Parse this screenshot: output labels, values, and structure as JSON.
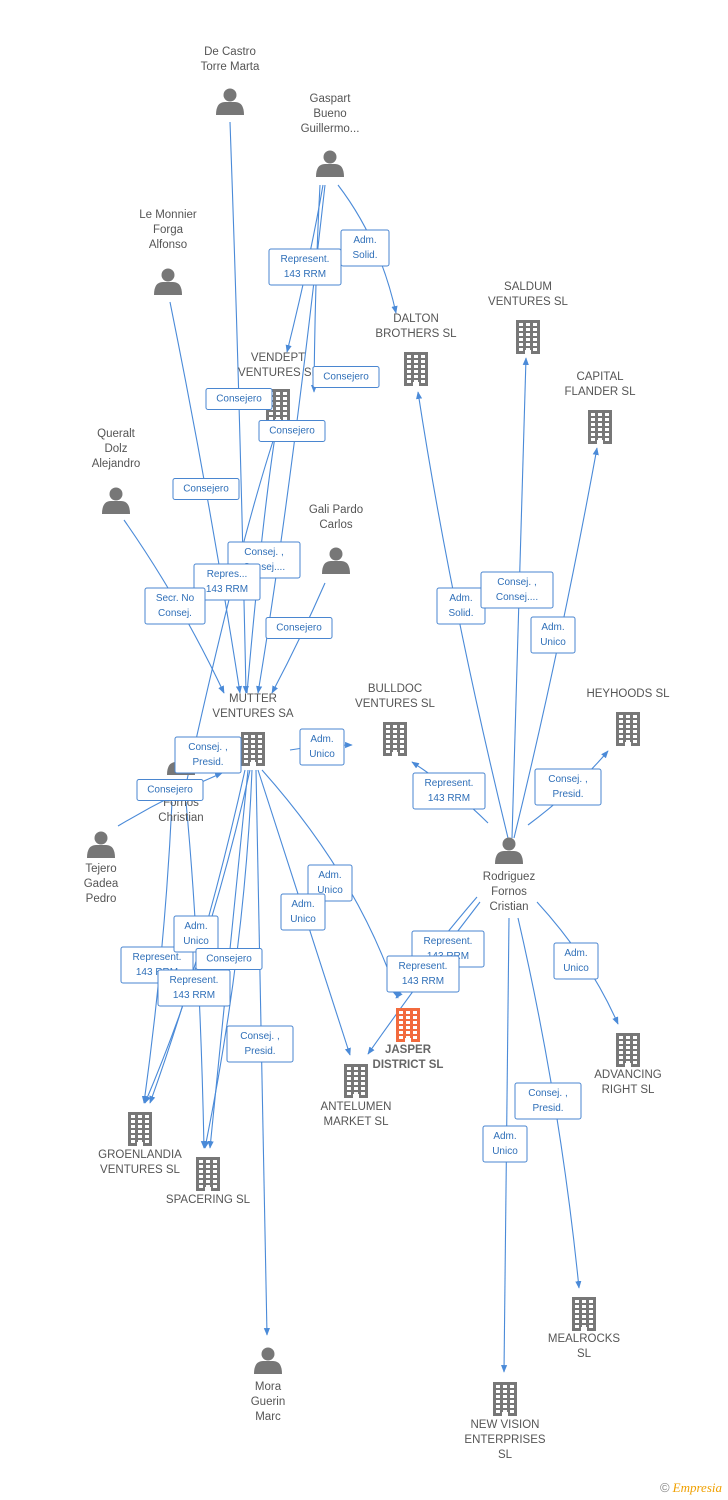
{
  "colors": {
    "edge": "#4a8ad8",
    "node": "#777777",
    "highlight": "#f26a3d",
    "label_text": "#2f6fb8"
  },
  "nodes": [
    {
      "id": "decastro",
      "type": "person",
      "lines": [
        "De Castro",
        "Torre Marta"
      ]
    },
    {
      "id": "gaspart",
      "type": "person",
      "lines": [
        "Gaspart",
        "Bueno",
        "Guillermo..."
      ]
    },
    {
      "id": "lemonnier",
      "type": "person",
      "lines": [
        "Le Monnier",
        "Forga",
        "Alfonso"
      ]
    },
    {
      "id": "queralt",
      "type": "person",
      "lines": [
        "Queralt",
        "Dolz",
        "Alejandro"
      ]
    },
    {
      "id": "galipardo",
      "type": "person",
      "lines": [
        "Gali Pardo",
        "Carlos"
      ]
    },
    {
      "id": "tejero",
      "type": "person",
      "lines": [
        "Tejero",
        "Gadea",
        "Pedro"
      ]
    },
    {
      "id": "rodriguez_left",
      "type": "person",
      "lines": [
        "...z",
        "Fornos",
        "Christian"
      ]
    },
    {
      "id": "rodriguez",
      "type": "person",
      "lines": [
        "Rodriguez",
        "Fornos",
        "Cristian"
      ]
    },
    {
      "id": "mora",
      "type": "person",
      "lines": [
        "Mora",
        "Guerin",
        "Marc"
      ]
    },
    {
      "id": "vendept",
      "type": "company",
      "lines": [
        "VENDEPT",
        "VENTURES SL"
      ]
    },
    {
      "id": "dalton",
      "type": "company",
      "lines": [
        "DALTON",
        "BROTHERS SL"
      ]
    },
    {
      "id": "saldum",
      "type": "company",
      "lines": [
        "SALDUM",
        "VENTURES SL"
      ]
    },
    {
      "id": "capital",
      "type": "company",
      "lines": [
        "CAPITAL",
        "FLANDER SL"
      ]
    },
    {
      "id": "mutter",
      "type": "company",
      "lines": [
        "MUTTER",
        "VENTURES SA"
      ]
    },
    {
      "id": "bulldoc",
      "type": "company",
      "lines": [
        "BULLDOC",
        "VENTURES SL"
      ]
    },
    {
      "id": "heyhoods",
      "type": "company",
      "lines": [
        "HEYHOODS SL"
      ]
    },
    {
      "id": "jasper",
      "type": "company",
      "highlight": true,
      "lines": [
        "JASPER",
        "DISTRICT SL"
      ]
    },
    {
      "id": "antelumen",
      "type": "company",
      "lines": [
        "ANTELUMEN",
        "MARKET SL"
      ]
    },
    {
      "id": "advancing",
      "type": "company",
      "lines": [
        "ADVANCING",
        "RIGHT SL"
      ]
    },
    {
      "id": "groenlandia",
      "type": "company",
      "lines": [
        "GROENLANDIA",
        "VENTURES SL"
      ]
    },
    {
      "id": "spacering",
      "type": "company",
      "lines": [
        "SPACERING SL"
      ]
    },
    {
      "id": "mealrocks",
      "type": "company",
      "lines": [
        "MEALROCKS",
        "SL"
      ]
    },
    {
      "id": "newvision",
      "type": "company",
      "lines": [
        "NEW VISION",
        "ENTERPRISES",
        "SL"
      ]
    }
  ],
  "edge_labels": [
    {
      "lines": [
        "Represent.",
        "143 RRM"
      ]
    },
    {
      "lines": [
        "Adm.",
        "Solid."
      ]
    },
    {
      "lines": [
        "Consejero"
      ]
    },
    {
      "lines": [
        "Consejero"
      ]
    },
    {
      "lines": [
        "Consejero"
      ]
    },
    {
      "lines": [
        "Consejero"
      ]
    },
    {
      "lines": [
        "Consej. ,",
        "Consej...."
      ]
    },
    {
      "lines": [
        "Repres...",
        "143 RRM"
      ]
    },
    {
      "lines": [
        "Secr. No",
        "Consej."
      ]
    },
    {
      "lines": [
        "Consejero"
      ]
    },
    {
      "lines": [
        "Adm.",
        "Unico"
      ]
    },
    {
      "lines": [
        "Consej. ,",
        "Presid."
      ]
    },
    {
      "lines": [
        "Consejero"
      ]
    },
    {
      "lines": [
        "Adm.",
        "Solid."
      ]
    },
    {
      "lines": [
        "Consej. ,",
        "Consej...."
      ]
    },
    {
      "lines": [
        "Adm.",
        "Unico"
      ]
    },
    {
      "lines": [
        "Represent.",
        "143 RRM"
      ]
    },
    {
      "lines": [
        "Consej. ,",
        "Presid."
      ]
    },
    {
      "lines": [
        "Adm.",
        "Unico"
      ]
    },
    {
      "lines": [
        "Adm.",
        "Unico"
      ]
    },
    {
      "lines": [
        "Represent.",
        "143 RRM"
      ]
    },
    {
      "lines": [
        "Represent.",
        "143 RRM"
      ]
    },
    {
      "lines": [
        "Adm.",
        "Unico"
      ]
    },
    {
      "lines": [
        "Consej. ,",
        "Presid."
      ]
    },
    {
      "lines": [
        "Represent.",
        "143 RRM"
      ]
    },
    {
      "lines": [
        "Adm.",
        "Unico"
      ]
    },
    {
      "lines": [
        "Represent.",
        "143 RRM"
      ]
    },
    {
      "lines": [
        "Consejero"
      ]
    },
    {
      "lines": [
        "Consej. ,",
        "Presid."
      ]
    },
    {
      "lines": [
        "Adm.",
        "Unico"
      ]
    }
  ],
  "footer": {
    "copyright": "©",
    "brand": "Empresia"
  }
}
